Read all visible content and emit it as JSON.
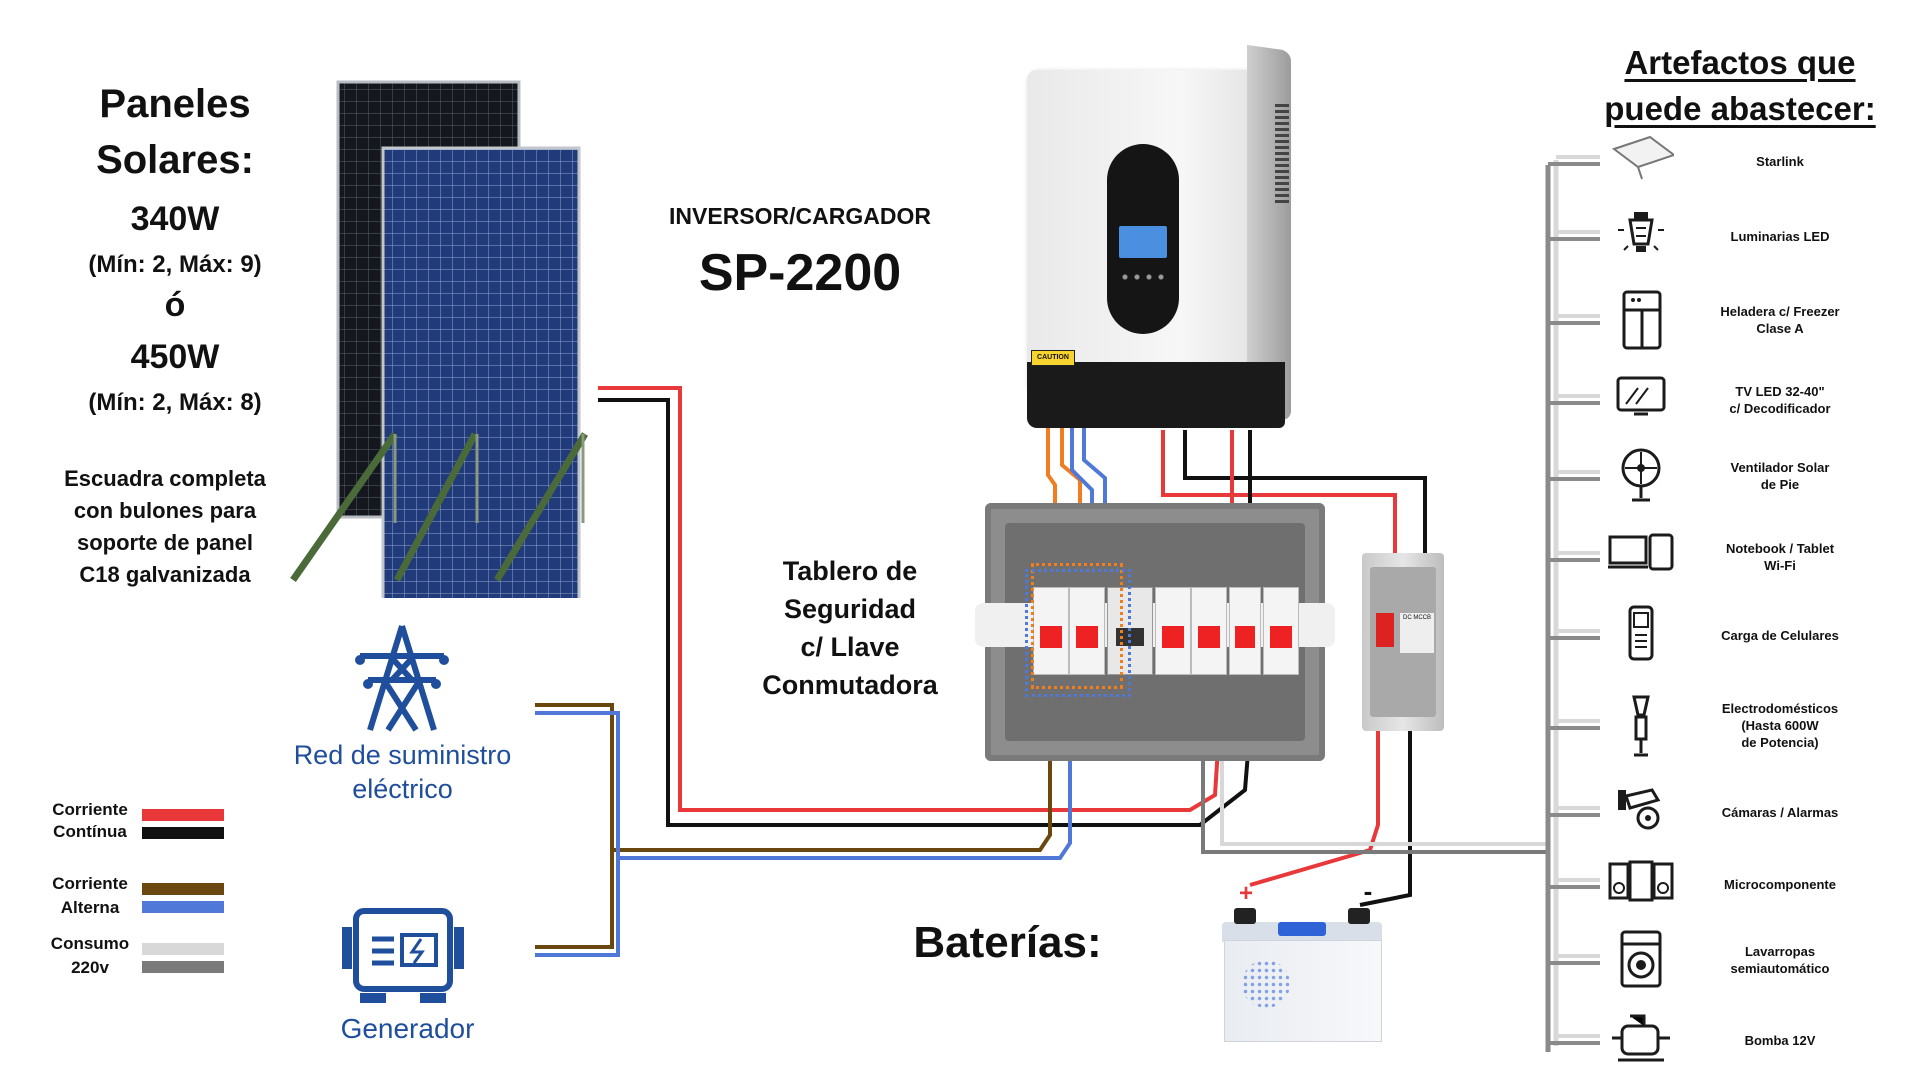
{
  "panels": {
    "title_line1": "Paneles",
    "title_line2": "Solares:",
    "option1_power": "340W",
    "option1_range": "(Mín: 2, Máx: 9)",
    "or_text": "ó",
    "option2_power": "450W",
    "option2_range": "(Mín: 2, Máx: 8)",
    "bracket_lines": [
      "Escuadra completa",
      "con bulones para",
      "soporte de panel",
      "C18 galvanizada"
    ]
  },
  "inverter": {
    "label_small": "INVERSOR/CARGADOR",
    "label_model": "SP-2200",
    "caution": "CAUTION"
  },
  "switchboard": {
    "lines": [
      "Tablero de",
      "Seguridad",
      "c/ Llave",
      "Conmutadora"
    ]
  },
  "mccb": {
    "label": "DC MCCB"
  },
  "grid": {
    "line1": "Red de suministro",
    "line2": "eléctrico"
  },
  "generator": {
    "label": "Generador"
  },
  "battery": {
    "title": "Baterías:",
    "plus": "+",
    "minus": "-"
  },
  "legend": [
    {
      "label_line1": "Corriente",
      "label_line2": "Contínua",
      "color1": "#e8383a",
      "color2": "#111111"
    },
    {
      "label_line1": "Corriente",
      "label_line2": "Alterna",
      "color1": "#6b4710",
      "color2": "#4f78d8"
    },
    {
      "label_line1": "Consumo",
      "label_line2": "220v",
      "color1": "#d8d8d8",
      "color2": "#7a7a7a"
    }
  ],
  "appliances_title_line1": "Artefactos que",
  "appliances_title_line2": "puede abastecer:",
  "appliances": [
    {
      "line1": "Starlink",
      "line2": "",
      "line3": "",
      "icon": "starlink-dish-icon"
    },
    {
      "line1": "Luminarias LED",
      "line2": "",
      "line3": "",
      "icon": "led-bulb-icon"
    },
    {
      "line1": "Heladera c/ Freezer",
      "line2": "Clase A",
      "line3": "",
      "icon": "fridge-icon"
    },
    {
      "line1": "TV LED 32-40\"",
      "line2": "c/ Decodificador",
      "line3": "",
      "icon": "tv-icon"
    },
    {
      "line1": "Ventilador Solar",
      "line2": "de Pie",
      "line3": "",
      "icon": "fan-icon"
    },
    {
      "line1": "Notebook / Tablet",
      "line2": "Wi-Fi",
      "line3": "",
      "icon": "laptop-tablet-icon"
    },
    {
      "line1": "Carga de Celulares",
      "line2": "",
      "line3": "",
      "icon": "cellphone-icon"
    },
    {
      "line1": "Electrodomésticos",
      "line2": "(Hasta 600W",
      "line3": "de Potencia)",
      "icon": "blender-icon"
    },
    {
      "line1": "Cámaras / Alarmas",
      "line2": "",
      "line3": "",
      "icon": "security-camera-icon"
    },
    {
      "line1": "Microcomponente",
      "line2": "",
      "line3": "",
      "icon": "stereo-icon"
    },
    {
      "line1": "Lavarropas",
      "line2": "semiautomático",
      "line3": "",
      "icon": "washing-machine-icon"
    },
    {
      "line1": "Bomba 12V",
      "line2": "",
      "line3": "",
      "icon": "water-pump-icon"
    }
  ]
}
